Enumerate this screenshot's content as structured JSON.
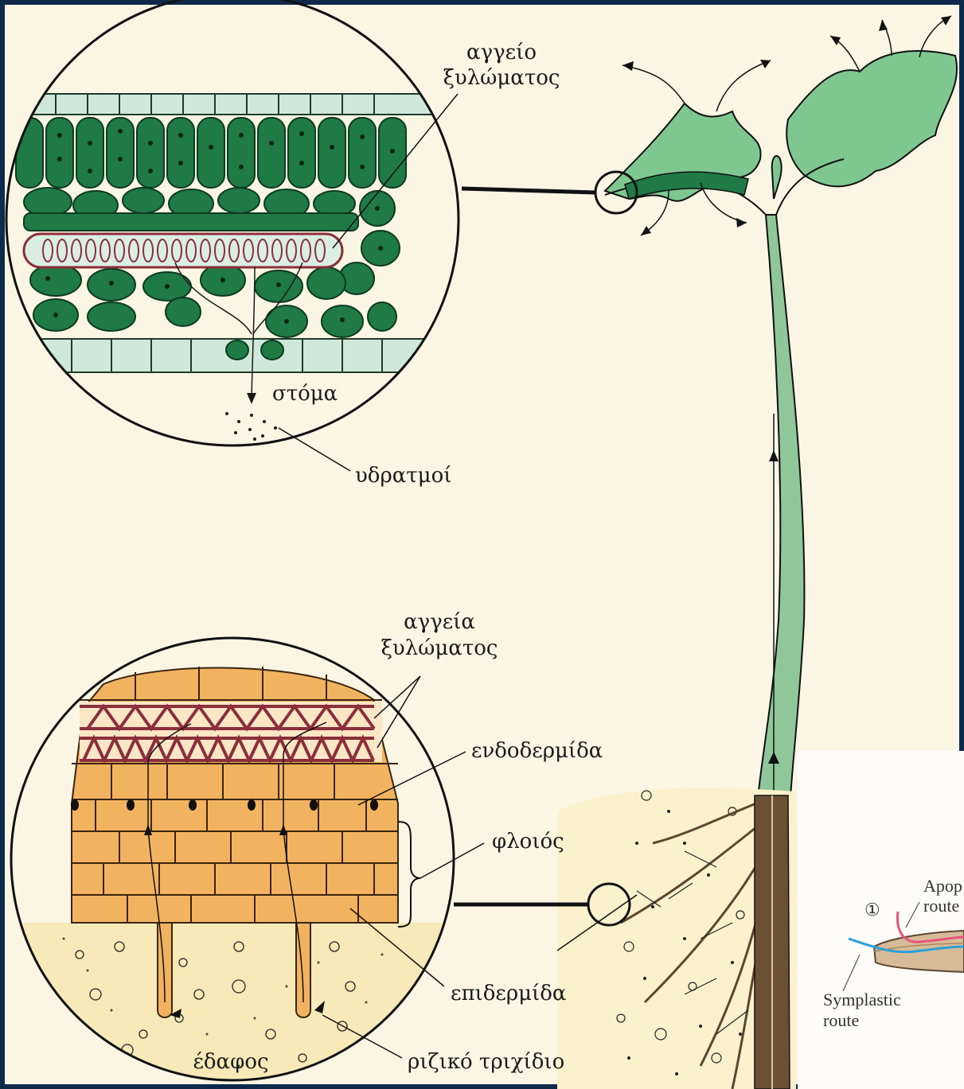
{
  "colors": {
    "background": "#fbf6e4",
    "frame": "#0e2a4a",
    "leaf_dark": "#1f7a45",
    "leaf_light": "#8fd3a5",
    "epidermis": "#d9ede0",
    "xylem": "#8b2f3a",
    "root_cortex": "#f2b360",
    "soil": "#f7e9b8",
    "apoplastic": "#e5547a",
    "symplastic": "#2aa0d8"
  },
  "leaf_section": {
    "xylem_vessel": [
      "αγγείο",
      "ξυλώματος"
    ],
    "stoma": "στόμα",
    "water_vapor": "υδρατμοί"
  },
  "root_section": {
    "xylem_vessels": [
      "αγγεία",
      "ξυλώματος"
    ],
    "endodermis": "ενδοδερμίδα",
    "cortex": "φλοιός",
    "epidermis": "επιδερμίδα",
    "soil": "έδαφος",
    "root_hair": "ριζικό τριχίδιο"
  },
  "inset": {
    "step_marker": "①",
    "apoplastic_route": [
      "Apop",
      "route"
    ],
    "symplastic_route": [
      "Symplastic",
      "route"
    ]
  }
}
